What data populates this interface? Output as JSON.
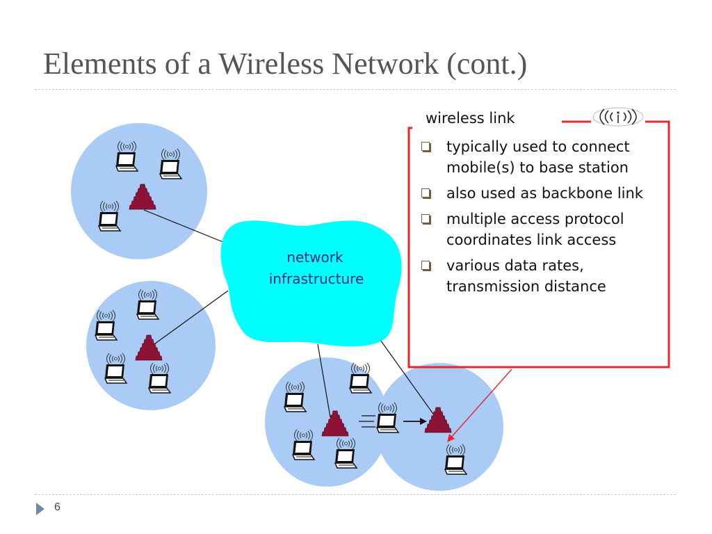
{
  "slide": {
    "title": "Elements of a Wireless Network (cont.)",
    "page_number": "6"
  },
  "diagram": {
    "cloud_label_line1": "network",
    "cloud_label_line2": "infrastructure",
    "colors": {
      "cell_fill": "#a9cbf5",
      "cloud_fill": "#00ffff",
      "tower_fill": "#8c1237",
      "callout_border": "#e8262b"
    }
  },
  "callout": {
    "title": "wireless link",
    "bullets": [
      "typically used to connect mobile(s) to base station",
      "also used as backbone link",
      "multiple access protocol coordinates link access",
      "various data rates, transmission distance"
    ]
  }
}
